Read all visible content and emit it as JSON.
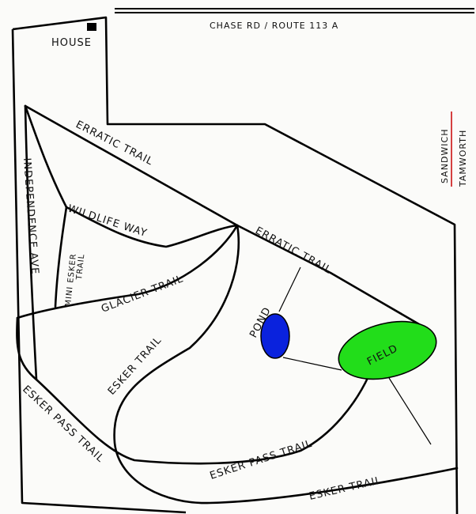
{
  "road": {
    "label": "CHASE RD  /  ROUTE 113 A"
  },
  "house": {
    "label": "HOUSE"
  },
  "towns": {
    "left": "SANDWICH",
    "right": "TAMWORTH",
    "line_color": "#cc1111"
  },
  "trails": {
    "erratic_upper": "ERRATIC TRAIL",
    "erratic_lower": "ERRATIC TRAIL",
    "wildlife_way": "WILDLIFE WAY",
    "independence_ave": "INDEPENDENCE AVE",
    "mini_esker_1": "MINI ESKER",
    "mini_esker_2": "TRAIL",
    "glacier_trail": "GLACIER TRAIL",
    "esker_trail_mid": "ESKER TRAIL",
    "esker_trail_bottom": "ESKER TRAIL",
    "esker_pass_left": "ESKER PASS TRAIL",
    "esker_pass_bottom": "ESKER PASS TRAIL"
  },
  "features": {
    "pond": {
      "label": "POND",
      "color": "#0a22dd"
    },
    "field": {
      "label": "FIELD",
      "color": "#22dd1a"
    }
  }
}
